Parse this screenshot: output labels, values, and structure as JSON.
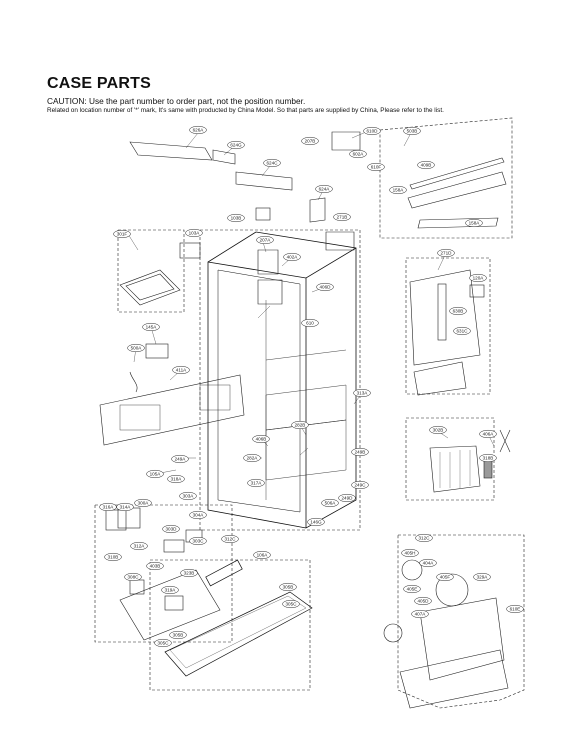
{
  "header": {
    "title": "CASE PARTS",
    "caution": "CAUTION: Use the part number to order part, not the position number.",
    "related": "Related on location number of '*' mark, It's same with producted by China Model. So that parts are supplied by China, Please refer to the list."
  },
  "callouts": [
    "626A",
    "624G",
    "624C",
    "103B",
    "207B",
    "610D",
    "602A",
    "610F",
    "503B",
    "409B",
    "158A",
    "158A",
    "624A",
    "271B",
    "301F",
    "103A",
    "207A",
    "402A",
    "406D",
    "610",
    "271D",
    "120A",
    "630B",
    "631C",
    "145A",
    "500A",
    "411A",
    "313A",
    "282B",
    "406B",
    "282A",
    "249B",
    "249A",
    "105A",
    "318A",
    "317A",
    "249D",
    "249C",
    "506A",
    "303A",
    "314A",
    "300A",
    "316A",
    "304A",
    "303D",
    "303C",
    "312A",
    "310B",
    "146G",
    "312C",
    "106A",
    "403B",
    "323B",
    "308C",
    "319A",
    "305B",
    "305C",
    "305B",
    "305C",
    "302B",
    "406A",
    "318B",
    "312C",
    "405H",
    "404A",
    "405F",
    "329A",
    "405E",
    "405D",
    "407A",
    "610E"
  ]
}
